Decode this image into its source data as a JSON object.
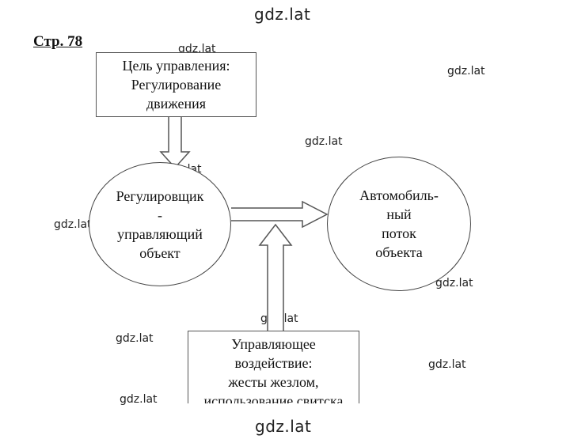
{
  "page_ref": "Стр. 78",
  "watermark": "gdz.lat",
  "nodes": {
    "goal": {
      "lines": [
        "Цель управления:",
        "Регулирование",
        "движения"
      ]
    },
    "controller": {
      "lines": [
        "Регулировщик",
        "-",
        "управляющий",
        "объект"
      ]
    },
    "traffic": {
      "lines": [
        "Автомобиль-",
        "ный",
        "поток",
        "объекта"
      ]
    },
    "action": {
      "lines": [
        "Управляющее",
        "воздействие:",
        "жесты жезлом,",
        "использование свитска"
      ]
    }
  },
  "colors": {
    "stroke": "#555555",
    "text": "#111111",
    "background": "#ffffff"
  }
}
